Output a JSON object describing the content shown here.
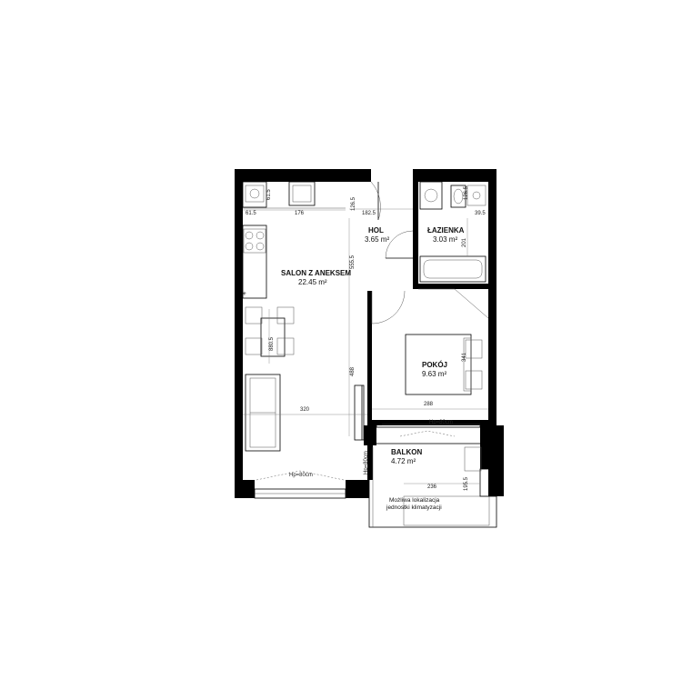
{
  "rooms": {
    "salon": {
      "name": "SALON Z ANEKSEM",
      "area": "22.45 m²"
    },
    "hol": {
      "name": "HOL",
      "area": "3.65 m²"
    },
    "lazienka": {
      "name": "ŁAZIENKA",
      "area": "3.03 m²"
    },
    "pokoj": {
      "name": "POKÓJ",
      "area": "9.63 m²"
    },
    "balkon": {
      "name": "BALKON",
      "area": "4.72 m²"
    }
  },
  "dimensions": {
    "d615_top": "61.5",
    "d61_left": "61.5",
    "d176": "176",
    "d126_hol": "126.5",
    "d182": "182.5",
    "d126_bath": "126.5",
    "d39": "39.5",
    "d201": "201",
    "d555": "555.5",
    "d880": "880.5",
    "d488": "488",
    "d320": "320",
    "d288": "288",
    "d341": "341",
    "d236": "236",
    "d195": "195.5"
  },
  "window_labels": {
    "salon": "Hp=80cm",
    "pokoj": "Hp=80cm",
    "balkon": "Hp=80cm"
  },
  "note": {
    "line1": "Możliwa lokalizacja",
    "line2": "jednostki klimatyzacji"
  },
  "colors": {
    "wall": "#000000",
    "line": "#555555"
  }
}
